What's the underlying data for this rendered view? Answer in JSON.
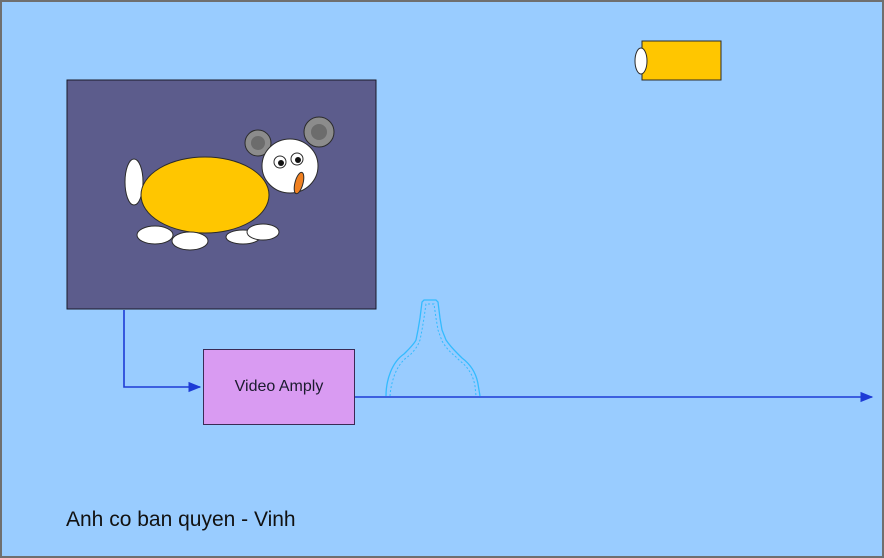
{
  "diagram": {
    "amplifier_label": "Video Amply",
    "credit_text": "Anh co ban quyen - Vinh"
  },
  "colors": {
    "background": "#99ccff",
    "screen": "#5c5c8c",
    "body_yellow": "#ffc600",
    "amplifier_fill": "#d99bf2",
    "signal_line": "#1d3bd6",
    "waveform": "#33bbff",
    "battery": "#ffc600"
  },
  "icons": [
    "battery-icon",
    "cartoon-mouse-image",
    "video-waveform-icon",
    "arrow-icon"
  ]
}
